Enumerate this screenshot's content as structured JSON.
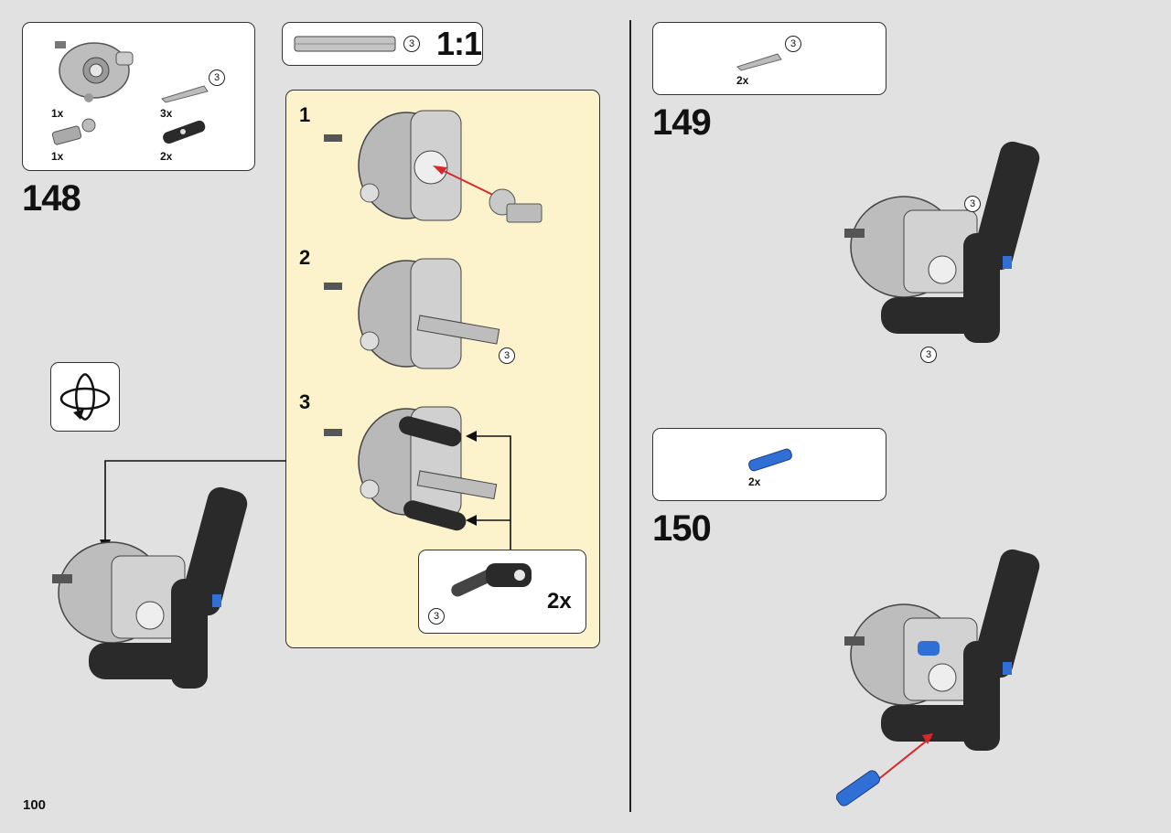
{
  "page": {
    "number": "100"
  },
  "steps": [
    {
      "number": "148",
      "parts": [
        "1x",
        "3x",
        "1x",
        "2x"
      ],
      "length_label": "3"
    },
    {
      "number": "149",
      "parts": [
        "2x"
      ],
      "length_label": "3"
    },
    {
      "number": "150",
      "parts": [
        "2x"
      ]
    }
  ],
  "scale_box": {
    "scale_label": "1:1",
    "length_label": "3"
  },
  "sub_assembly": {
    "substeps": [
      "1",
      "2",
      "3"
    ],
    "length_labels": [
      "3",
      "3"
    ],
    "callout": {
      "quantity": "2x",
      "length_label": "3"
    }
  },
  "assembly_labels": {
    "step149": [
      "3",
      "3"
    ]
  },
  "colors": {
    "callout_bg": "#fcf3cc",
    "page_bg": "#e1e1e1",
    "arrow_red": "#d9262a",
    "part_blue": "#2f6fd6"
  }
}
